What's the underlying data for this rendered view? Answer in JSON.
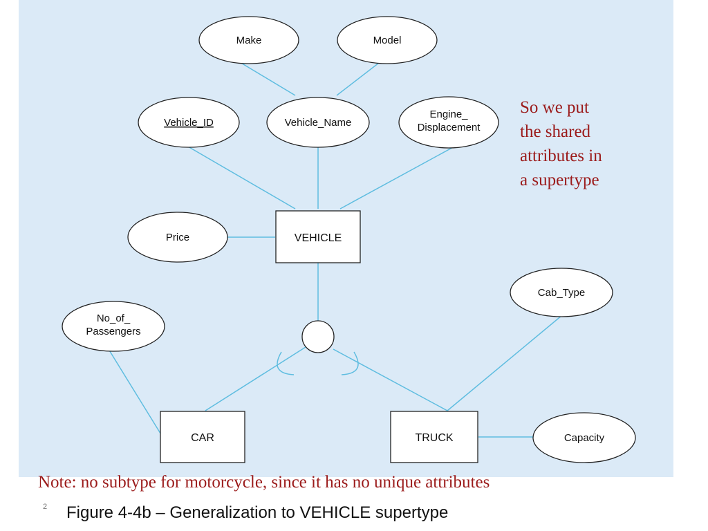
{
  "diagram": {
    "entities": {
      "vehicle": "VEHICLE",
      "car": "CAR",
      "truck": "TRUCK"
    },
    "attributes": {
      "make": "Make",
      "model": "Model",
      "vehicle_id": "Vehicle_ID",
      "vehicle_name": "Vehicle_Name",
      "engine_displacement": [
        "Engine_",
        "Displacement"
      ],
      "price": "Price",
      "no_of_passengers": [
        "No_of_",
        "Passengers"
      ],
      "cab_type": "Cab_Type",
      "capacity": "Capacity"
    },
    "colors": {
      "panel": "#dbeaf7",
      "line": "#5fbde0",
      "note": "#9b1b1b"
    }
  },
  "side_note": {
    "lines": [
      "So we put",
      "the shared",
      "attributes in",
      "a supertype"
    ]
  },
  "bottom_note": "Note: no subtype for motorcycle, since it has no unique attributes",
  "slide_number": "2",
  "caption": "Figure 4-4b – Generalization to VEHICLE supertype"
}
